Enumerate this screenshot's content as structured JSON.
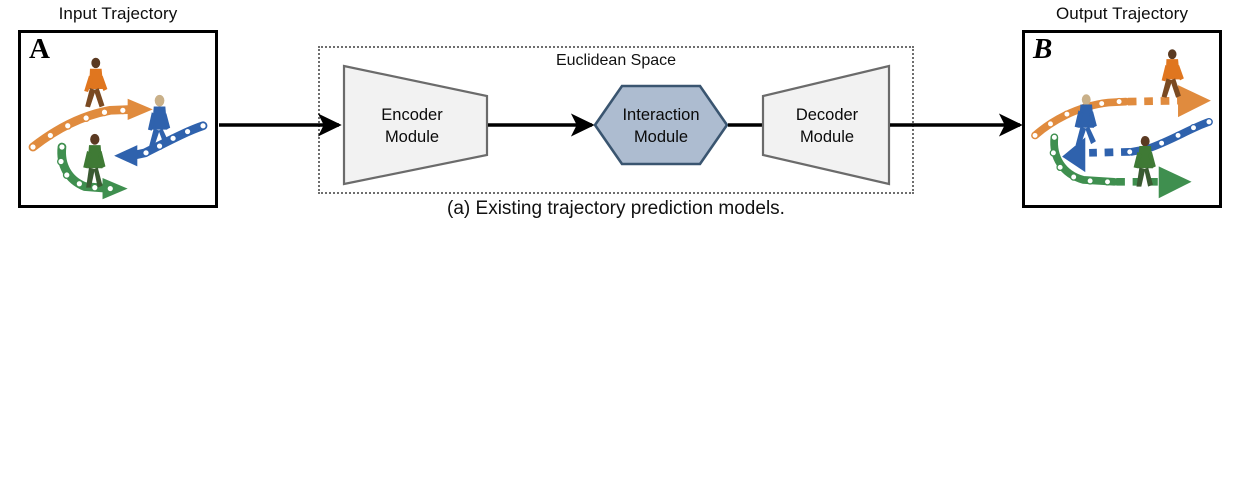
{
  "figure": {
    "caption": "(a) Existing trajectory prediction models.",
    "background_color": "#ffffff"
  },
  "panels": {
    "input": {
      "caption": "Input Trajectory",
      "letter": "A",
      "border_color": "#000000",
      "description": "Three pedestrians with observed trajectories drawn as chains of circular markers",
      "agents": [
        {
          "name": "orange-pedestrian",
          "color": "#e08b3e",
          "marker_color": "#ffffff",
          "direction": "right"
        },
        {
          "name": "blue-pedestrian",
          "color": "#2f62ad",
          "marker_color": "#ffffff",
          "direction": "left"
        },
        {
          "name": "green-pedestrian",
          "color": "#3f8f4f",
          "marker_color": "#ffffff",
          "direction": "right"
        }
      ]
    },
    "output": {
      "caption": "Output Trajectory",
      "letter": "B",
      "border_color": "#000000",
      "description": "Observed solid chains continue as dashed predicted segments ending in large arrowheads",
      "agents": [
        {
          "name": "orange-pedestrian",
          "color": "#e08b3e",
          "marker_color": "#ffffff",
          "direction": "right"
        },
        {
          "name": "blue-pedestrian",
          "color": "#2f62ad",
          "marker_color": "#ffffff",
          "direction": "left"
        },
        {
          "name": "green-pedestrian",
          "color": "#3f8f4f",
          "marker_color": "#ffffff",
          "direction": "right"
        }
      ]
    }
  },
  "pipeline": {
    "container_label": "Euclidean Space",
    "container_border_color": "#6e6e6e",
    "modules": [
      {
        "id": "encoder",
        "line1": "Encoder",
        "line2": "Module",
        "shape": "trapezoid",
        "fill": "#f2f2f2",
        "stroke": "#6b6b6b"
      },
      {
        "id": "interaction",
        "line1": "Interaction",
        "line2": "Module",
        "shape": "hexagon",
        "fill": "#adbcd0",
        "stroke": "#3a5570"
      },
      {
        "id": "decoder",
        "line1": "Decoder",
        "line2": "Module",
        "shape": "trapezoid",
        "fill": "#f2f2f2",
        "stroke": "#6b6b6b"
      }
    ],
    "arrows": [
      {
        "id": "arrow-input-to-encoder",
        "color": "#000000"
      },
      {
        "id": "arrow-encoder-to-interaction",
        "color": "#000000"
      },
      {
        "id": "arrow-interaction-to-decoder",
        "color": "#000000"
      },
      {
        "id": "arrow-decoder-to-output",
        "color": "#000000"
      }
    ]
  }
}
